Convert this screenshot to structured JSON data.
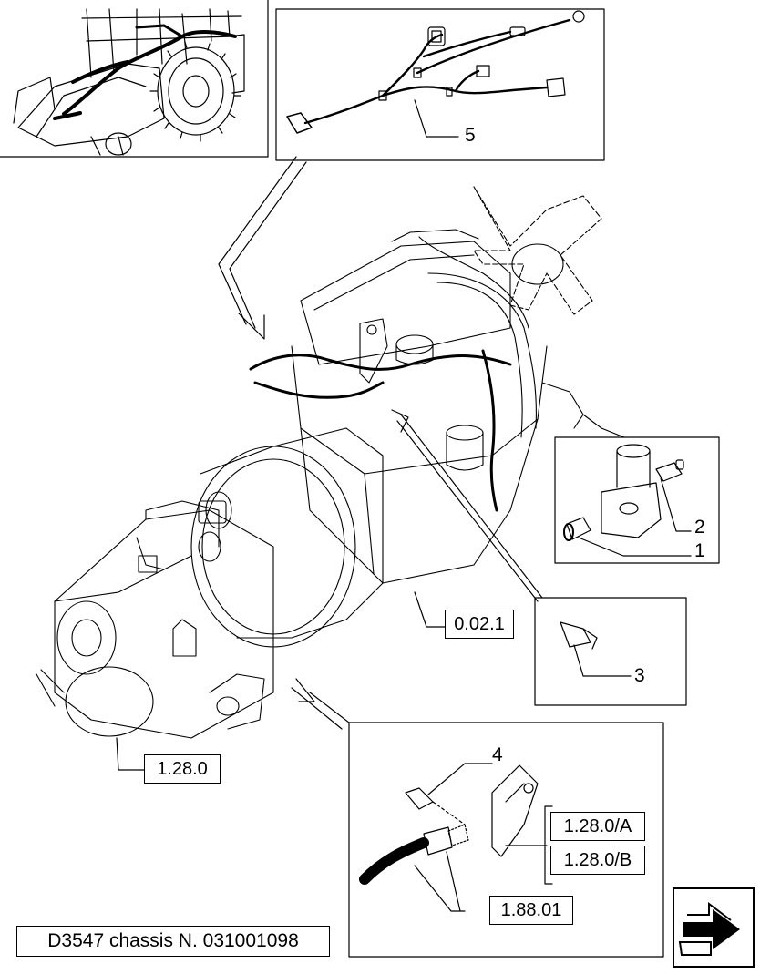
{
  "callouts": {
    "item1": "1",
    "item2": "2",
    "item3": "3",
    "item4": "4",
    "item5": "5"
  },
  "references": {
    "engine_group": "0.02.1",
    "transmission": "1.28.0",
    "transmission_a": "1.28.0/A",
    "transmission_b": "1.28.0/B",
    "harness": "1.88.01"
  },
  "chassis_label": "D3547 chassis N. 031001098",
  "nav": {
    "icon": "next-page-arrow-icon"
  },
  "colors": {
    "line": "#000000",
    "background": "#ffffff"
  }
}
